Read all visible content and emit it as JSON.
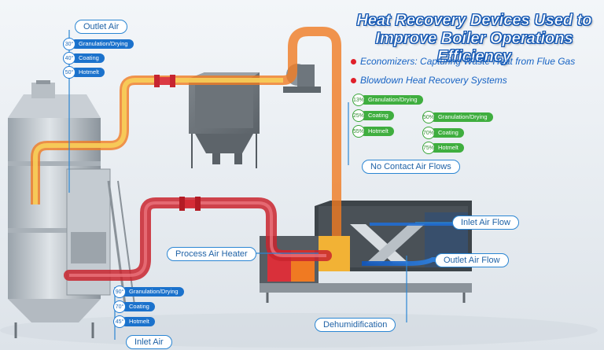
{
  "title": {
    "line1": "Heat Recovery Devices Used to",
    "line2": "Improve Boiler Operations Efficiency"
  },
  "bullets": [
    "Economizers: Capturing Waste Heat from Flue Gas",
    "Blowdown Heat Recovery Systems"
  ],
  "callouts": {
    "outlet_air": "Outlet Air",
    "no_contact_air_flows": "No Contact Air Flows",
    "inlet_air_flow": "Inlet Air Flow",
    "process_air_heater": "Process Air Heater",
    "outlet_air_flow": "Outlet Air Flow",
    "dehumidification": "Dehumidification",
    "inlet_air": "Inlet Air"
  },
  "outlet_temps": [
    {
      "temp": "30°",
      "label": "Granulation/Drying"
    },
    {
      "temp": "40°",
      "label": "Coating"
    },
    {
      "temp": "50°",
      "label": "Hotmelt"
    }
  ],
  "green_temps_left": [
    {
      "temp": "13%",
      "label": "Granulation/Drying"
    },
    {
      "temp": "25%",
      "label": "Coating"
    },
    {
      "temp": "55%",
      "label": "Hotmelt"
    }
  ],
  "green_temps_right": [
    {
      "temp": "50%",
      "label": "Granulation/Drying"
    },
    {
      "temp": "70%",
      "label": "Coating"
    },
    {
      "temp": "75%",
      "label": "Hotmelt"
    }
  ],
  "inlet_temps": [
    {
      "temp": "90°",
      "label": "Granulation/Drying"
    },
    {
      "temp": "70°",
      "label": "Coating"
    },
    {
      "temp": "45°",
      "label": "Hotmelt"
    }
  ],
  "colors": {
    "hot_pipe": "#d9303a",
    "warm_pipe": "#f07a22",
    "cool_pipe": "#f6cf57",
    "blue_flow": "#1f6fd8",
    "callout_border": "#2b86d3",
    "title_outline": "#1558b3"
  }
}
